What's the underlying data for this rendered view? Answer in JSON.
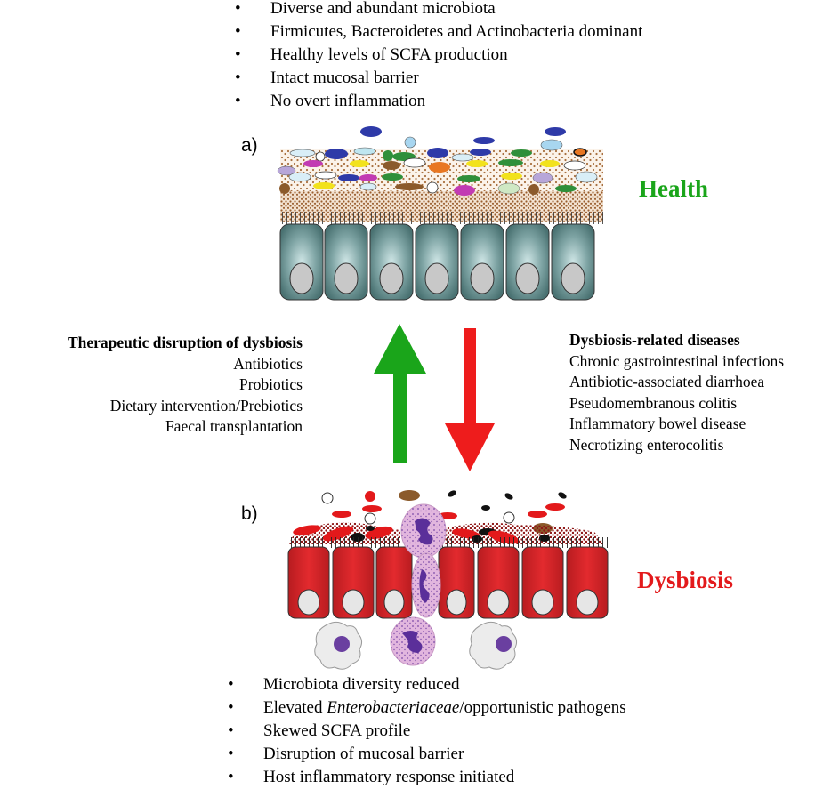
{
  "health": {
    "panel_label": "a)",
    "title": "Health",
    "title_color": "#1aa51a",
    "bullets": [
      "Diverse and abundant microbiota",
      "Firmicutes, Bacteroidetes and Actinobacteria dominant",
      "Healthy levels of SCFA production",
      "Intact mucosal barrier",
      "No overt inflammation"
    ]
  },
  "dysbiosis": {
    "panel_label": "b)",
    "title": "Dysbiosis",
    "title_color": "#e3191b",
    "bullets": [
      {
        "text": "Microbiota diversity reduced"
      },
      {
        "before": "Elevated ",
        "italic": "Enterobacteriaceae",
        "after": "/opportunistic pathogens"
      },
      {
        "text": "Skewed SCFA profile"
      },
      {
        "text": "Disruption of mucosal barrier"
      },
      {
        "text": "Host inflammatory response initiated"
      }
    ]
  },
  "therapy": {
    "heading": "Therapeutic disruption of dysbiosis",
    "items": [
      "Antibiotics",
      "Probiotics",
      "Dietary intervention/Prebiotics",
      "Faecal transplantation"
    ],
    "arrow_color": "#1aa51a",
    "arrow_direction": "up"
  },
  "diseases": {
    "heading": "Dysbiosis-related diseases",
    "items": [
      "Chronic gastrointestinal infections",
      "Antibiotic-associated diarrhoea",
      "Pseudomembranous colitis",
      "Inflammatory bowel disease",
      "Necrotizing enterocolitis"
    ],
    "arrow_color": "#ee1c1c",
    "arrow_direction": "down"
  },
  "colors": {
    "healthy_cell": "#5f8a8a",
    "healthy_mucus": "#b07a4a",
    "dysbiosis_cell": "#d9262b",
    "dysbiosis_mucus": "#8b1a1a",
    "nucleus": "#c8c8c8",
    "immune_cell": "#d9a6d4",
    "immune_nucleus": "#6a3fa0"
  }
}
